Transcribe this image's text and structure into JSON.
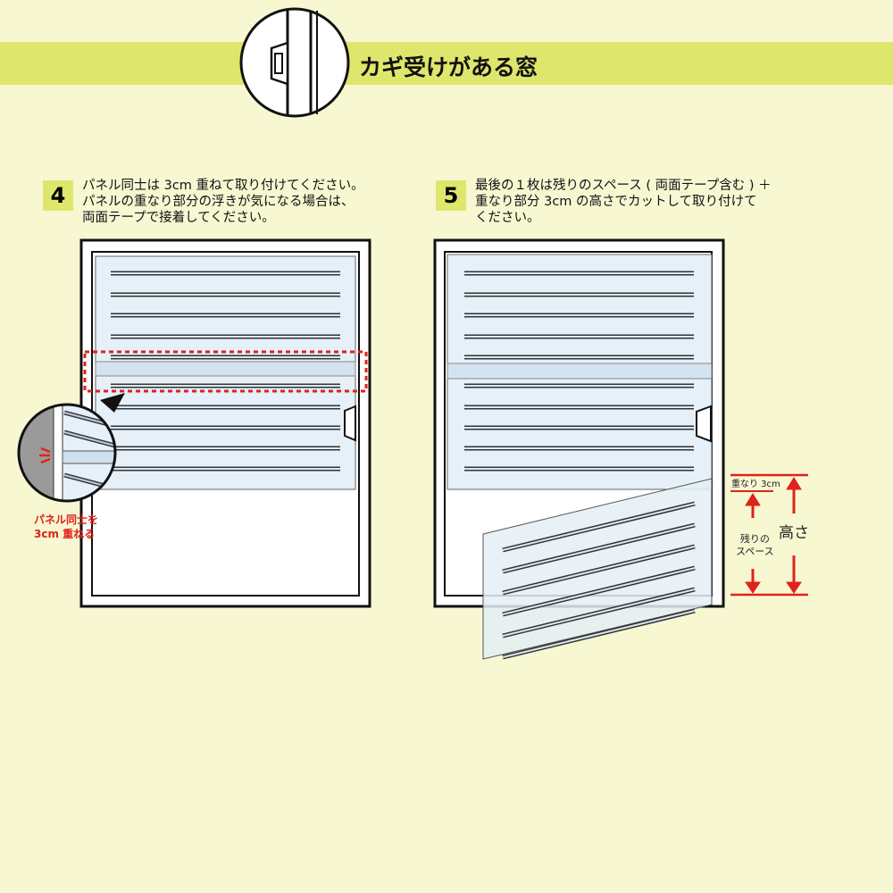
{
  "header": {
    "title": "カギ受けがある窓",
    "icon": "window-latch-icon"
  },
  "step4": {
    "number": "4",
    "text": "パネル同士は 3cm 重ねて取り付けてください。\nパネルの重なり部分の浮きが気になる場合は、\n両面テープで接着してください。",
    "callout": "パネル同士を\n3cm 重ねる"
  },
  "step5": {
    "number": "5",
    "text": "最後の１枚は残りのスペース ( 両面テープ含む ) ＋\n重なり部分 3cm の高さでカットして取り付けて\nください。",
    "overlap_label": "重なり 3cm",
    "remaining_label": "残りの\nスペース",
    "height_label": "高さ"
  },
  "colors": {
    "accent": "#dfe66c",
    "red": "#e0221b",
    "panel": "#e6f0f8"
  }
}
